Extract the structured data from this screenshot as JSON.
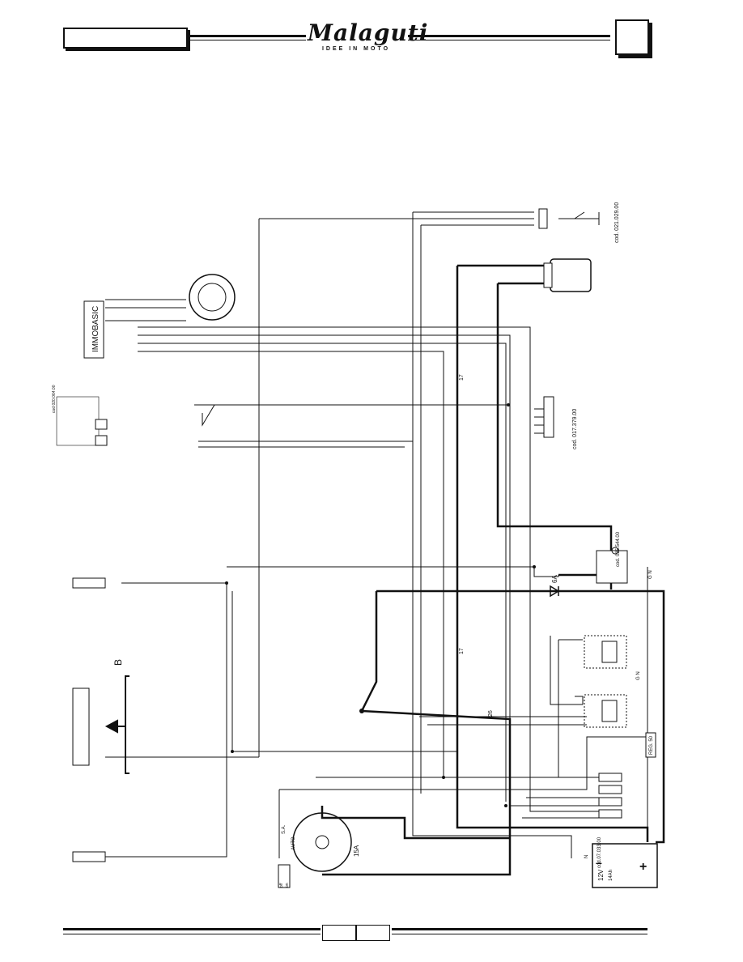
{
  "header": {
    "brand": "Malaguti",
    "tagline": "IDEE IN MOTO"
  },
  "diagram": {
    "immobilizer_label": "IMMOBASIC",
    "fuse_main": "15A",
    "fuse_diode": "6A",
    "battery_voltage": "12V",
    "battery_capacity": "14Ah",
    "battery_code": "cod.07.033.00",
    "battery_plus": "+",
    "battery_minus": "–",
    "code_top_right": "cod. 021.029.00",
    "code_connector": "cod. 017.379.00",
    "code_relay": "cod. 025.544.00",
    "code_left_box": "cod 020.064.00",
    "section_b": "B",
    "wire_17_upper": "17",
    "wire_17_lower": "17",
    "wire_26": "26",
    "key_switch_auto": "AUTO",
    "key_switch_pos": "S.A.",
    "switch_table_off": "off",
    "switch_table_on": "on",
    "rectifier": "REG. 50",
    "wire_g_n": "G N",
    "wire_n": "N"
  }
}
